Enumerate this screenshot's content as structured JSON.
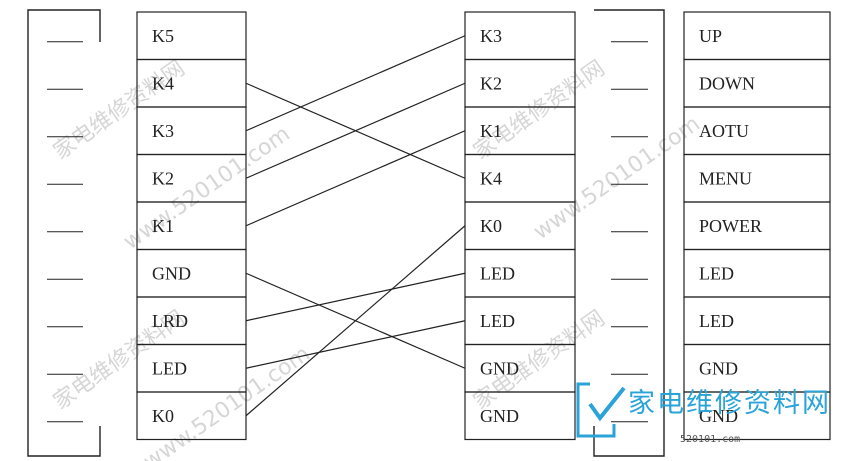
{
  "colors": {
    "stroke": "#222222",
    "watermark": "#d6d6d6",
    "logo": "#2aa3d8"
  },
  "columns": {
    "left_labels": [
      "K5",
      "K4",
      "K3",
      "K2",
      "K1",
      "GND",
      "LRD",
      "LED",
      "K0"
    ],
    "mid_labels": [
      "K3",
      "K2",
      "K1",
      "K4",
      "K0",
      "LED",
      "LED",
      "GND",
      "GND"
    ],
    "right_labels": [
      "UP",
      "DOWN",
      "AOTU",
      "MENU",
      "POWER",
      "LED",
      "LED",
      "GND",
      "GND"
    ]
  },
  "connections": [
    {
      "from": 1,
      "to": 3
    },
    {
      "from": 2,
      "to": 0
    },
    {
      "from": 3,
      "to": 1
    },
    {
      "from": 4,
      "to": 2
    },
    {
      "from": 5,
      "to": 7
    },
    {
      "from": 6,
      "to": 5
    },
    {
      "from": 7,
      "to": 6
    },
    {
      "from": 8,
      "to": 4
    }
  ],
  "watermark": {
    "site_text": "家电维修资料网",
    "url_text": "www.520101.com"
  },
  "logo": {
    "text": "家电维修资料网",
    "url": "520101.com"
  }
}
